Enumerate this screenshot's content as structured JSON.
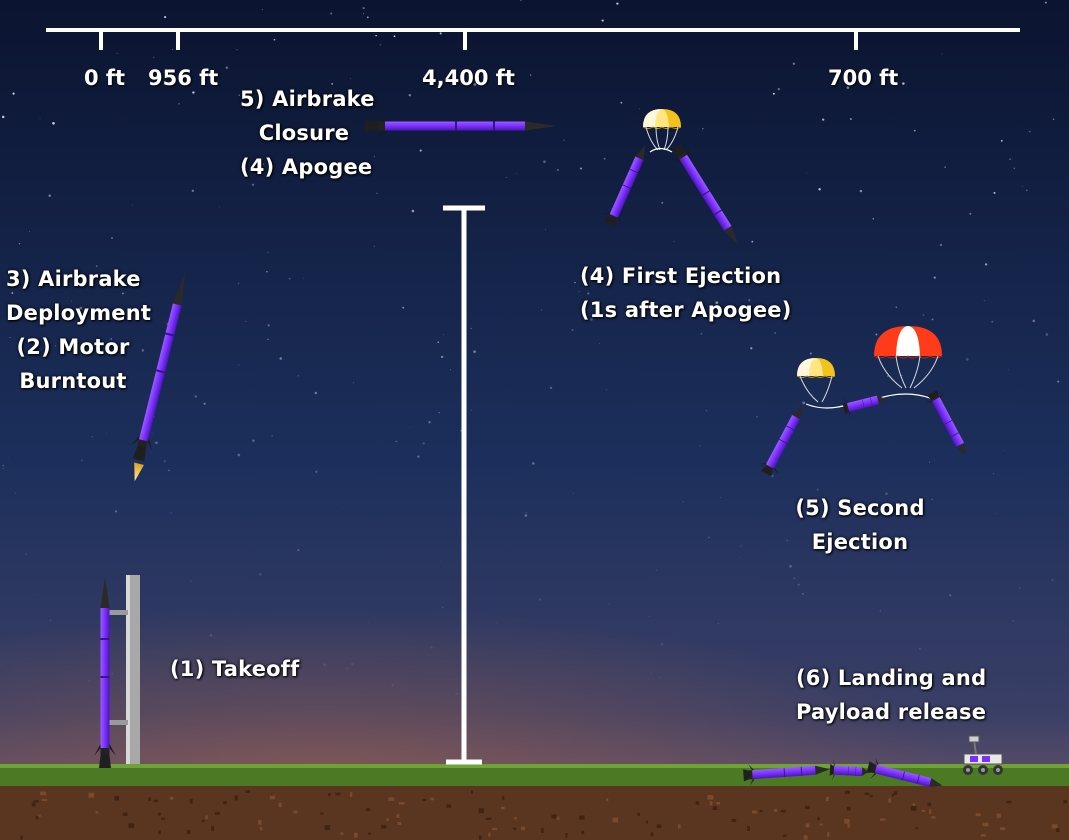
{
  "colors": {
    "sky_top": "#0b1430",
    "sky_mid": "#1c2f5c",
    "sky_horizon": "#7a5a6a",
    "grass": "#4c7a24",
    "soil": "#5a3620",
    "rocket_body": "#7b2fff",
    "nose": "#2a2a2a",
    "scale_line": "#ffffff",
    "chute_main_red": "#ff3b1a",
    "chute_drogue_yellow": "#f4c21c"
  },
  "scale": {
    "ticks": [
      {
        "label": "0 ft"
      },
      {
        "label": "956 ft"
      },
      {
        "label": "4,400 ft"
      },
      {
        "label": "700 ft"
      }
    ]
  },
  "stages": {
    "takeoff": {
      "lines": [
        "(1) Takeoff"
      ]
    },
    "airbrake_deploy": {
      "lines": [
        "3) Airbrake",
        "Deployment",
        "(2) Motor",
        "Burntout"
      ]
    },
    "apogee": {
      "lines": [
        "5) Airbrake",
        "Closure",
        "(4) Apogee"
      ]
    },
    "first_ejection": {
      "lines": [
        "(4) First Ejection",
        "(1s after Apogee)"
      ]
    },
    "second_ejection": {
      "lines": [
        "(5) Second",
        "Ejection"
      ]
    },
    "landing": {
      "lines": [
        "(6) Landing and",
        "Payload release"
      ]
    }
  },
  "icons": {
    "rocket": "rocket-icon",
    "launch_rail": "launch-rail-icon",
    "drogue_parachute": "parachute-icon",
    "main_parachute": "parachute-icon",
    "rover": "rover-icon",
    "altitude_bar": "altitude-bar-icon"
  }
}
